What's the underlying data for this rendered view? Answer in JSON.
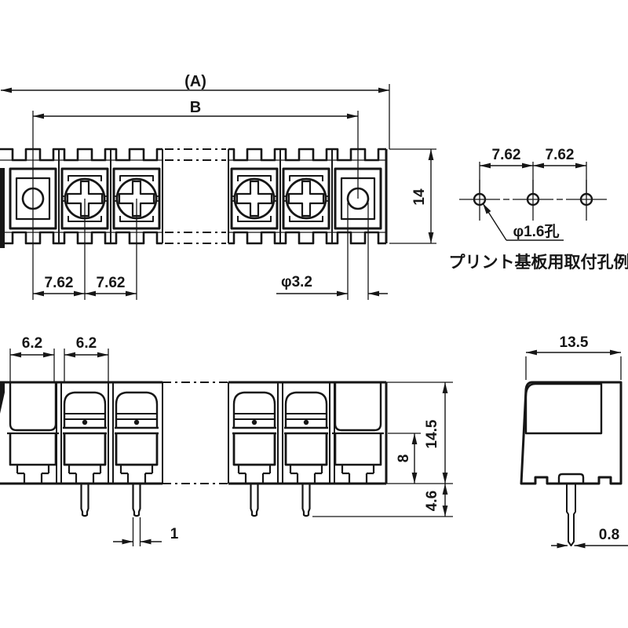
{
  "drawing_labels": {
    "top_view": {
      "overall_width": "(A)",
      "mounting_span": "B",
      "pitch_1": "7.62",
      "pitch_2": "7.62",
      "end_hole_dia": "φ3.2",
      "body_width": "14"
    },
    "pcb_pattern": {
      "pitch_1": "7.62",
      "pitch_2": "7.62",
      "hole_dia": "φ1.6孔",
      "caption": "プリント基板用取付孔例"
    },
    "front_view": {
      "opening_width_1": "6.2",
      "opening_width_2": "6.2",
      "total_height": "14.5",
      "body_height": "8",
      "pin_length": "4.6",
      "pin_width": "1"
    },
    "side_view": {
      "depth": "13.5",
      "pin_thickness": "0.8"
    }
  },
  "colors": {
    "line": "#161616",
    "background": "#ffffff"
  }
}
